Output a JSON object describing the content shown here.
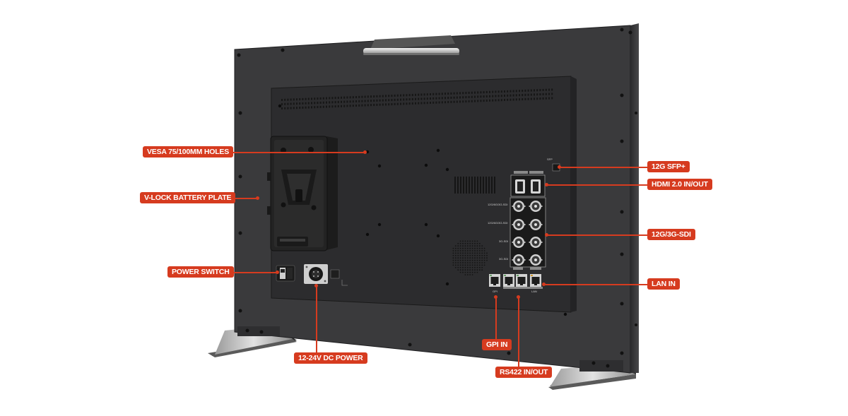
{
  "callouts": {
    "vesa": "VESA 75/100MM HOLES",
    "vlock": "V-LOCK BATTERY PLATE",
    "power_switch": "POWER SWITCH",
    "dc_power": "12-24V DC POWER",
    "gpi": "GPI IN",
    "rs422": "RS422 IN/OUT",
    "sfp": "12G SFP+",
    "hdmi": "HDMI 2.0 IN/OUT",
    "sdi": "12G/3G-SDI",
    "lan": "LAN IN"
  },
  "port_labels": {
    "sdi1": "12G/6G/3G-SDI",
    "sdi2": "12G/6G/3G-SDI",
    "sdi3": "3G-SDI",
    "sdi4": "3G-SDI",
    "gpi": "GPI",
    "lan": "LAN",
    "sfp": "SFP"
  },
  "colors": {
    "accent": "#d63b1f",
    "housing": "#3a3a3c",
    "panel": "#2c2c2e"
  }
}
